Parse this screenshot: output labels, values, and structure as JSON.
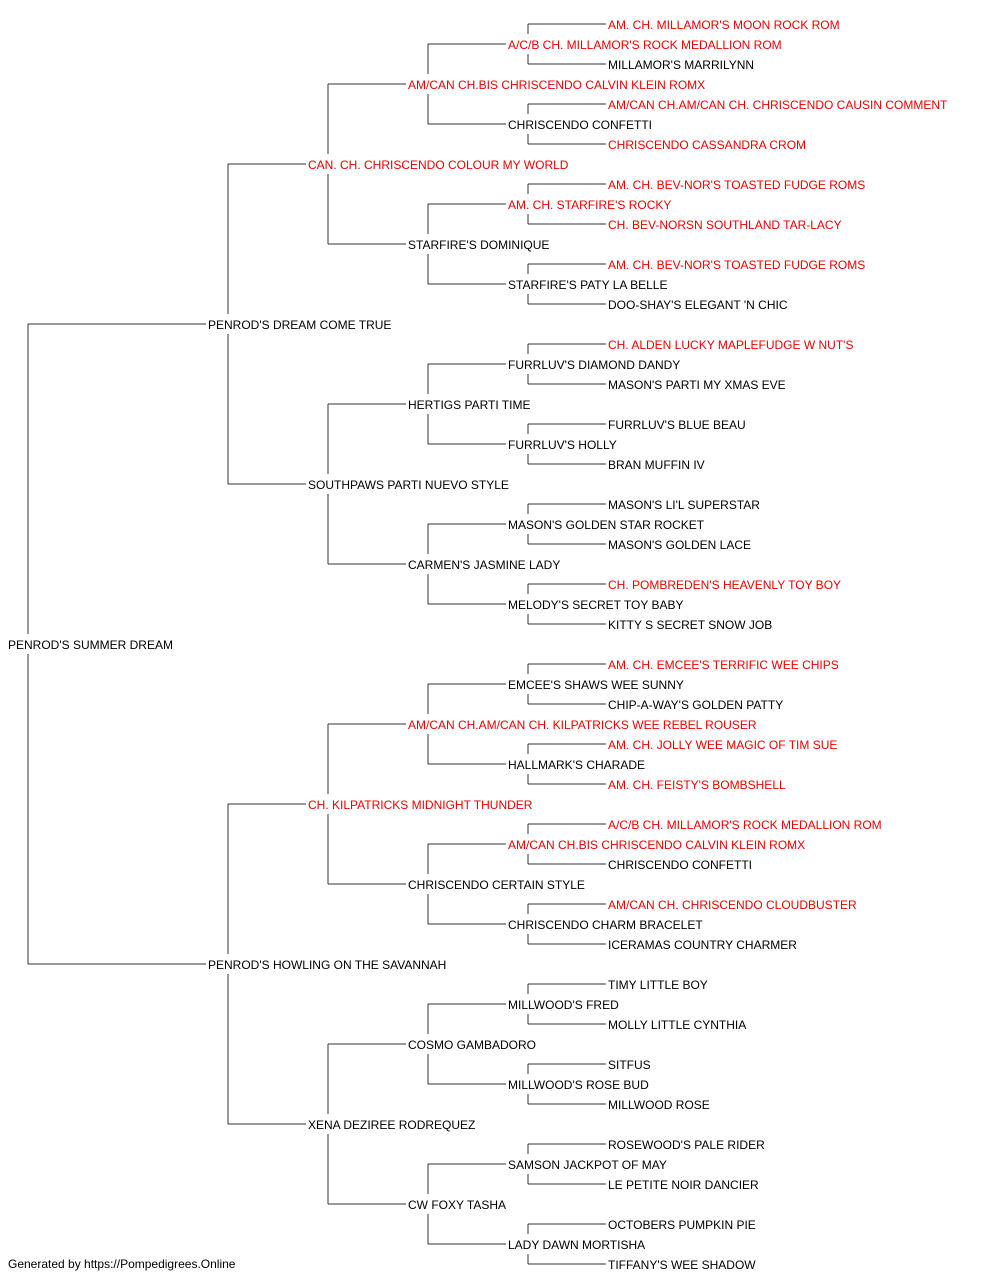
{
  "pedigree": {
    "subject": "PENROD'S SUMMER DREAM",
    "nodes": [
      {
        "name": "PENROD'S DREAM COME TRUE",
        "champion": false
      },
      {
        "name": "PENROD'S HOWLING ON THE SAVANNAH",
        "champion": false
      },
      {
        "name": "CAN. CH. CHRISCENDO COLOUR MY WORLD",
        "champion": true
      },
      {
        "name": "SOUTHPAWS PARTI NUEVO STYLE",
        "champion": false
      },
      {
        "name": "CH. KILPATRICKS MIDNIGHT THUNDER",
        "champion": true
      },
      {
        "name": "XENA DEZIREE RODREQUEZ",
        "champion": false
      },
      {
        "name": "AM/CAN CH.BIS CHRISCENDO CALVIN KLEIN ROMX",
        "champion": true
      },
      {
        "name": "STARFIRE'S DOMINIQUE",
        "champion": false
      },
      {
        "name": "HERTIGS PARTI TIME",
        "champion": false
      },
      {
        "name": "CARMEN'S JASMINE LADY",
        "champion": false
      },
      {
        "name": "AM/CAN CH.AM/CAN CH. KILPATRICKS WEE REBEL ROUSER",
        "champion": true
      },
      {
        "name": "CHRISCENDO CERTAIN STYLE",
        "champion": false
      },
      {
        "name": "COSMO GAMBADORO",
        "champion": false
      },
      {
        "name": "CW FOXY TASHA",
        "champion": false
      },
      {
        "name": "A/C/B CH. MILLAMOR'S ROCK MEDALLION ROM",
        "champion": true
      },
      {
        "name": "CHRISCENDO CONFETTI",
        "champion": false
      },
      {
        "name": "AM. CH. STARFIRE'S ROCKY",
        "champion": true
      },
      {
        "name": "STARFIRE'S PATY LA BELLE",
        "champion": false
      },
      {
        "name": "FURRLUV'S DIAMOND DANDY",
        "champion": false
      },
      {
        "name": "FURRLUV'S HOLLY",
        "champion": false
      },
      {
        "name": "MASON'S GOLDEN STAR ROCKET",
        "champion": false
      },
      {
        "name": "MELODY'S SECRET TOY BABY",
        "champion": false
      },
      {
        "name": "EMCEE'S SHAWS WEE SUNNY",
        "champion": false
      },
      {
        "name": "HALLMARK'S CHARADE",
        "champion": false
      },
      {
        "name": "AM/CAN CH.BIS CHRISCENDO CALVIN KLEIN ROMX",
        "champion": true
      },
      {
        "name": "CHRISCENDO CHARM BRACELET",
        "champion": false
      },
      {
        "name": "MILLWOOD'S FRED",
        "champion": false
      },
      {
        "name": "MILLWOOD'S ROSE BUD",
        "champion": false
      },
      {
        "name": "SAMSON JACKPOT OF MAY",
        "champion": false
      },
      {
        "name": "LADY DAWN MORTISHA",
        "champion": false
      },
      {
        "name": "AM. CH. MILLAMOR'S MOON ROCK ROM",
        "champion": true
      },
      {
        "name": "MILLAMOR'S MARRILYNN",
        "champion": false
      },
      {
        "name": "AM/CAN CH.AM/CAN CH. CHRISCENDO CAUSIN COMMENT",
        "champion": true
      },
      {
        "name": "CHRISCENDO CASSANDRA CROM",
        "champion": true
      },
      {
        "name": "AM. CH. BEV-NOR'S TOASTED FUDGE ROMS",
        "champion": true
      },
      {
        "name": "CH. BEV-NORSN SOUTHLAND TAR-LACY",
        "champion": true
      },
      {
        "name": "AM. CH. BEV-NOR'S TOASTED FUDGE ROMS",
        "champion": true
      },
      {
        "name": "DOO-SHAY'S ELEGANT 'N CHIC",
        "champion": false
      },
      {
        "name": "CH. ALDEN LUCKY MAPLEFUDGE W NUT'S",
        "champion": true
      },
      {
        "name": "MASON'S PARTI MY XMAS EVE",
        "champion": false
      },
      {
        "name": "FURRLUV'S BLUE BEAU",
        "champion": false
      },
      {
        "name": "BRAN MUFFIN IV",
        "champion": false
      },
      {
        "name": "MASON'S LI'L SUPERSTAR",
        "champion": false
      },
      {
        "name": "MASON'S GOLDEN LACE",
        "champion": false
      },
      {
        "name": "CH. POMBREDEN'S HEAVENLY TOY BOY",
        "champion": true
      },
      {
        "name": "KITTY S SECRET SNOW JOB",
        "champion": false
      },
      {
        "name": "AM. CH. EMCEE'S TERRIFIC WEE CHIPS",
        "champion": true
      },
      {
        "name": "CHIP-A-WAY'S GOLDEN PATTY",
        "champion": false
      },
      {
        "name": "AM. CH. JOLLY WEE MAGIC OF TIM SUE",
        "champion": true
      },
      {
        "name": "AM. CH. FEISTY'S BOMBSHELL",
        "champion": true
      },
      {
        "name": "A/C/B CH. MILLAMOR'S ROCK MEDALLION ROM",
        "champion": true
      },
      {
        "name": "CHRISCENDO CONFETTI",
        "champion": false
      },
      {
        "name": "AM/CAN CH. CHRISCENDO CLOUDBUSTER",
        "champion": true
      },
      {
        "name": "ICERAMAS COUNTRY CHARMER",
        "champion": false
      },
      {
        "name": "TIMY LITTLE BOY",
        "champion": false
      },
      {
        "name": "MOLLY LITTLE CYNTHIA",
        "champion": false
      },
      {
        "name": "SITFUS",
        "champion": false
      },
      {
        "name": "MILLWOOD ROSE",
        "champion": false
      },
      {
        "name": "ROSEWOOD'S PALE RIDER",
        "champion": false
      },
      {
        "name": "LE PETITE NOIR DANCIER",
        "champion": false
      },
      {
        "name": "OCTOBERS PUMPKIN PIE",
        "champion": false
      },
      {
        "name": "TIFFANY'S WEE SHADOW",
        "champion": false
      }
    ]
  },
  "colors": {
    "champion": "#ee0000",
    "regular": "#000000",
    "lines": "#333333"
  },
  "footer": "Generated by https://Pompedigrees.Online"
}
